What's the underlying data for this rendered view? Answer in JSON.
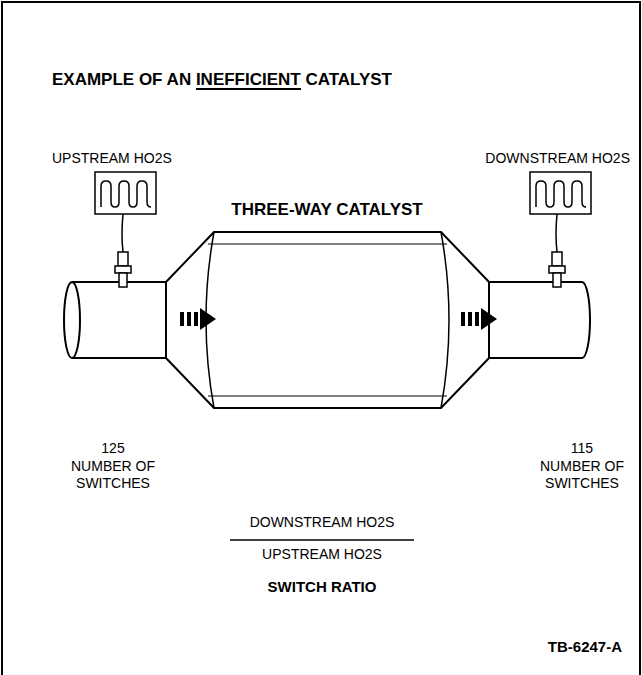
{
  "diagram": {
    "title": "EXAMPLE OF AN INEFFICIENT CATALYST",
    "labels": [
      "UPSTREAM HO2S",
      "DOWNSTREAM HO2S",
      "THREE-WAY CATALYST",
      "125",
      "NUMBER OF SWITCHES",
      "115",
      "NUMBER OF SWITCHES",
      "DOWNSTREAM HO2S",
      "UPSTREAM HO2S",
      "SWITCH RATIO",
      "TB-6247-A"
    ]
  }
}
